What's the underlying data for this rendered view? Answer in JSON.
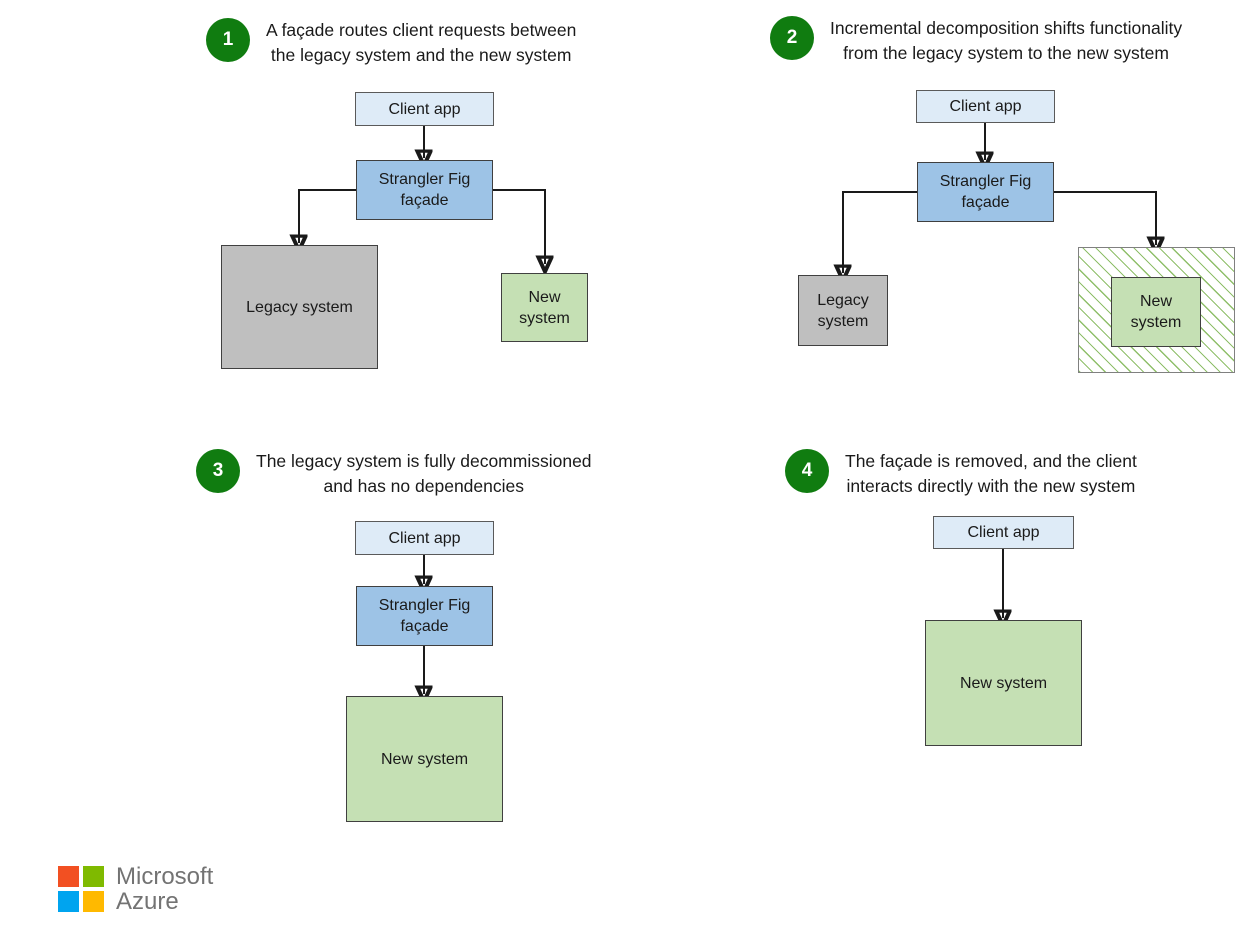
{
  "diagram": {
    "title": "Strangler Fig pattern migration stages",
    "colors": {
      "badge_green": "#107C10",
      "client_app_fill": "#DEEBF7",
      "facade_fill": "#9DC3E6",
      "legacy_fill": "#BFBFBF",
      "new_system_fill": "#C5E0B4",
      "hatch_stripe": "#8FBF6A",
      "connector": "#1A1A1A"
    }
  },
  "steps": [
    {
      "number": "1",
      "caption": "A façade routes client requests between\nthe legacy system and the new system",
      "nodes": {
        "client": "Client app",
        "facade": "Strangler Fig\nfaçade",
        "legacy": "Legacy system",
        "new": "New\nsystem"
      }
    },
    {
      "number": "2",
      "caption": "Incremental decomposition shifts functionality\nfrom the legacy system to the new system",
      "nodes": {
        "client": "Client app",
        "facade": "Strangler Fig\nfaçade",
        "legacy": "Legacy\nsystem",
        "new": "New\nsystem"
      }
    },
    {
      "number": "3",
      "caption": "The legacy system is fully decommissioned\nand has no dependencies",
      "nodes": {
        "client": "Client app",
        "facade": "Strangler Fig\nfaçade",
        "new": "New system"
      }
    },
    {
      "number": "4",
      "caption": "The façade is removed, and the client\ninteracts directly with the new system",
      "nodes": {
        "client": "Client app",
        "new": "New system"
      }
    }
  ],
  "logo": {
    "text": "Microsoft\nAzure",
    "squares": [
      "red",
      "green",
      "blue",
      "yellow"
    ]
  }
}
